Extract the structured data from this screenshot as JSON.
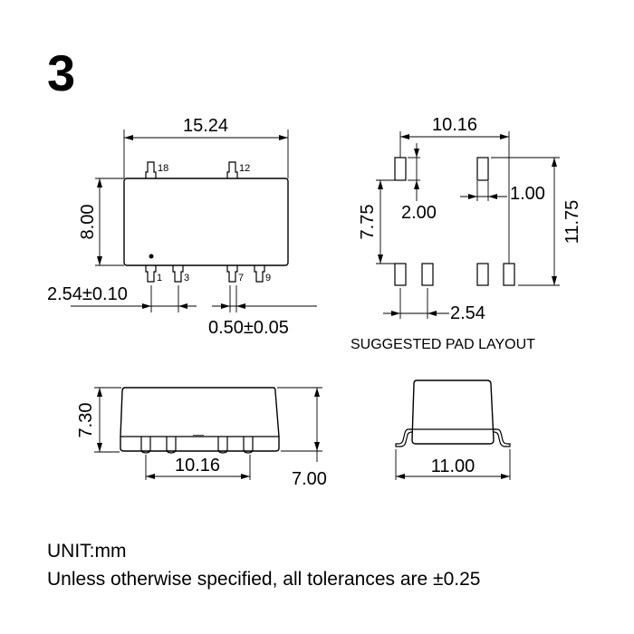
{
  "figure_number": "3",
  "top_view": {
    "width_dim": "15.24",
    "height_dim": "8.00",
    "pin_pitch_dim": "2.54±0.10",
    "pin_width_dim": "0.50±0.05",
    "pins_top": [
      "18",
      "12"
    ],
    "pins_bottom": [
      "1",
      "3",
      "7",
      "9"
    ]
  },
  "pad_layout": {
    "caption": "SUGGESTED PAD LAYOUT",
    "span_dim": "10.16",
    "pad_height_dim": "2.00",
    "pad_width_dim": "1.00",
    "inner_gap_dim": "7.75",
    "outer_span_dim": "11.75",
    "pitch_dim": "2.54"
  },
  "side_view": {
    "height_dim": "7.30",
    "pin_span_dim": "10.16",
    "body_height_dim": "7.00"
  },
  "end_view": {
    "lead_span_dim": "11.00"
  },
  "notes": {
    "unit": "UNIT:mm",
    "tolerance": "Unless otherwise specified, all tolerances are ±0.25"
  }
}
